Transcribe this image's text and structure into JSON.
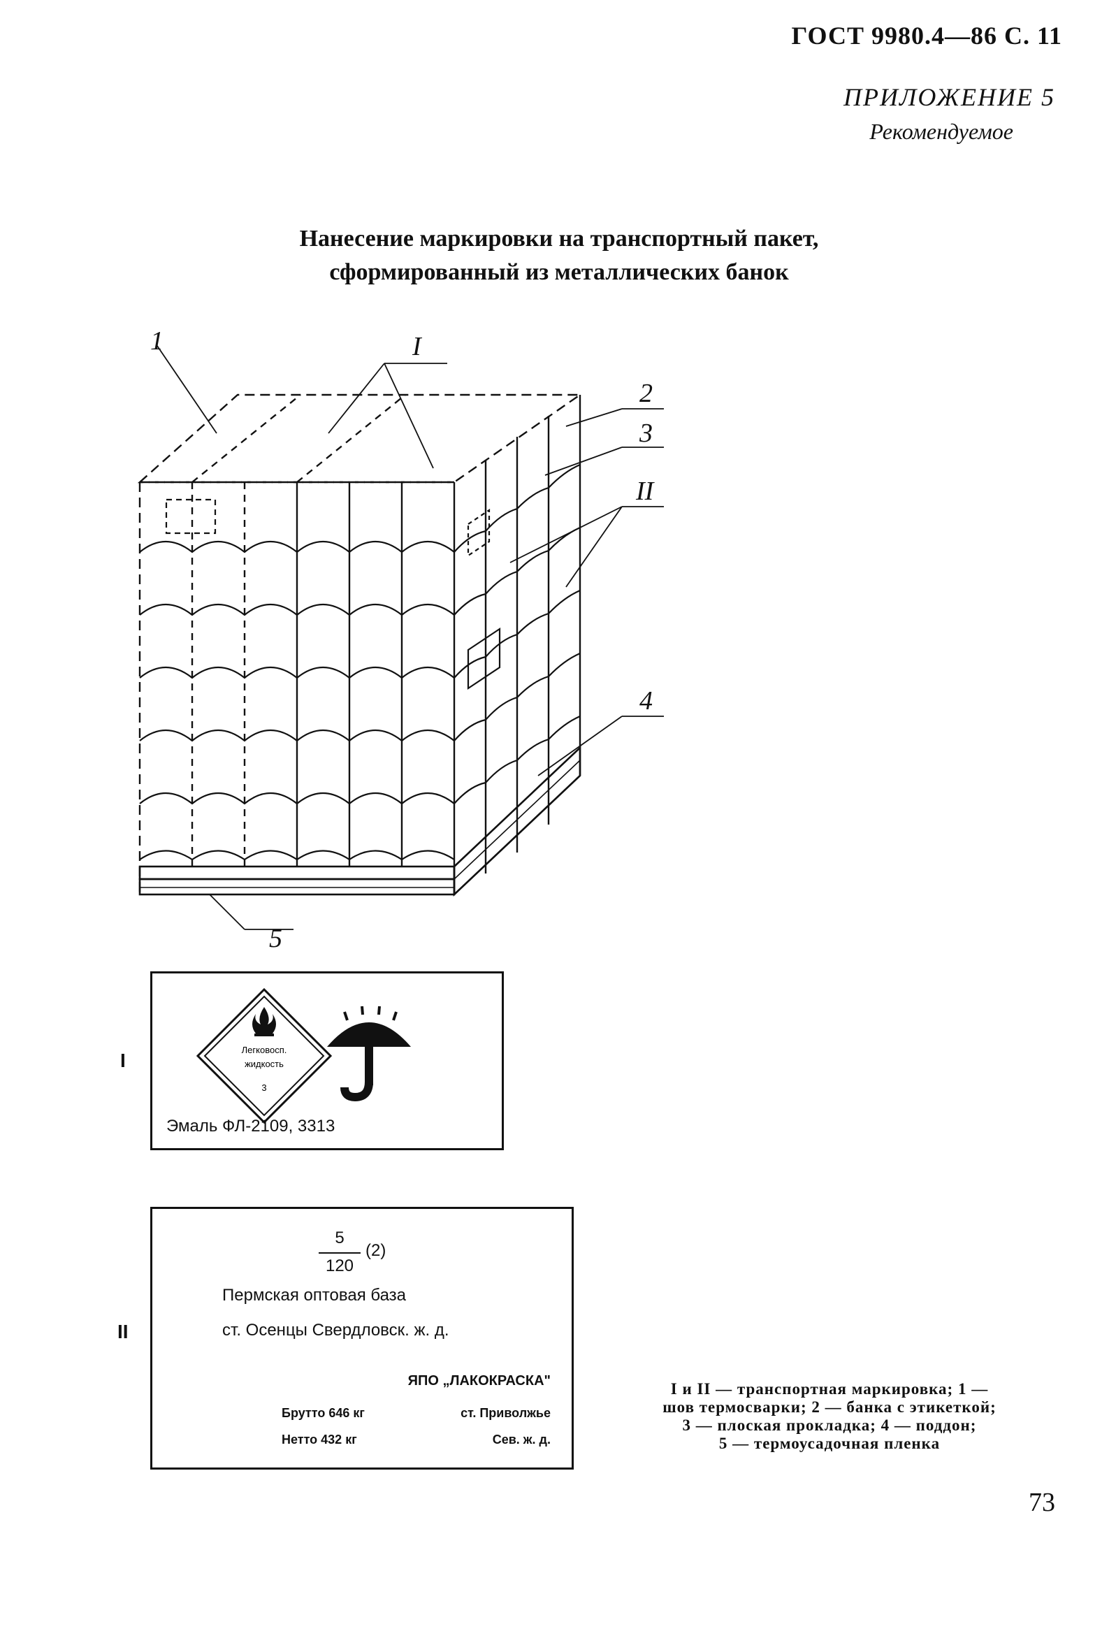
{
  "header": {
    "gost": "ГОСТ 9980.4—86 С. 11",
    "appendix": "ПРИЛОЖЕНИЕ 5",
    "recommended": "Рекомендуемое"
  },
  "title": {
    "line1": "Нанесение маркировки на транспортный пакет,",
    "line2": "сформированный из металлических банок"
  },
  "diagram": {
    "callouts": [
      "1",
      "I",
      "2",
      "3",
      "II",
      "4",
      "5"
    ]
  },
  "marking_i": {
    "roman": "I",
    "hazard_line1": "Легковосп.",
    "hazard_line2": "жидкость",
    "hazard_class": "3",
    "product": "Эмаль ФЛ-2109, 3313"
  },
  "marking_ii": {
    "roman": "II",
    "fraction_num": "5",
    "fraction_den": "120",
    "fraction_suffix": "(2)",
    "consignee_line1": "Пермская оптовая база",
    "consignee_line2": "ст. Осенцы Свердловск. ж. д.",
    "sender": "ЯПО „ЛАКОКРАСКА\"",
    "gross": "Брутто 646 кг",
    "net": "Нетто 432 кг",
    "station1": "ст. Приволжье",
    "station2": "Сев. ж. д."
  },
  "caption": {
    "line1": "I и II — транспортная маркировка; 1 —",
    "line2": "шов термосварки; 2 — банка с этикеткой;",
    "line3": "3 — плоская прокладка; 4 — поддон;",
    "line4": "5 — термоусадочная пленка"
  },
  "page_number": "73"
}
